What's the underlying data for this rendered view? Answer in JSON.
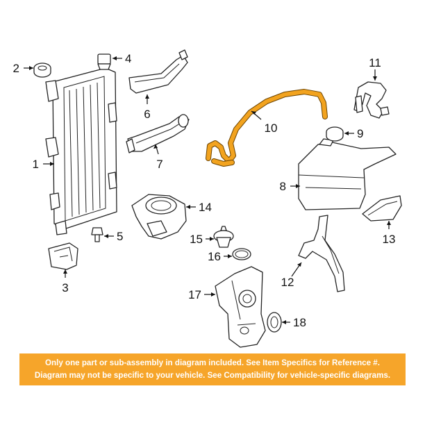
{
  "callouts": {
    "c1": "1",
    "c2": "2",
    "c3": "3",
    "c4": "4",
    "c5": "5",
    "c6": "6",
    "c7": "7",
    "c8": "8",
    "c9": "9",
    "c10": "10",
    "c11": "11",
    "c12": "12",
    "c13": "13",
    "c14": "14",
    "c15": "15",
    "c16": "16",
    "c17": "17",
    "c18": "18"
  },
  "highlighted_part": "10",
  "highlight_color": "#f2a31f",
  "notice": {
    "line1": "Only one part or sub-assembly in diagram included. See Item Specifics for Reference #.",
    "line2": "Diagram may not be specific to your vehicle. See Compatibility for vehicle-specific diagrams.",
    "background_color": "#f6a52a",
    "text_color": "#ffffff"
  }
}
